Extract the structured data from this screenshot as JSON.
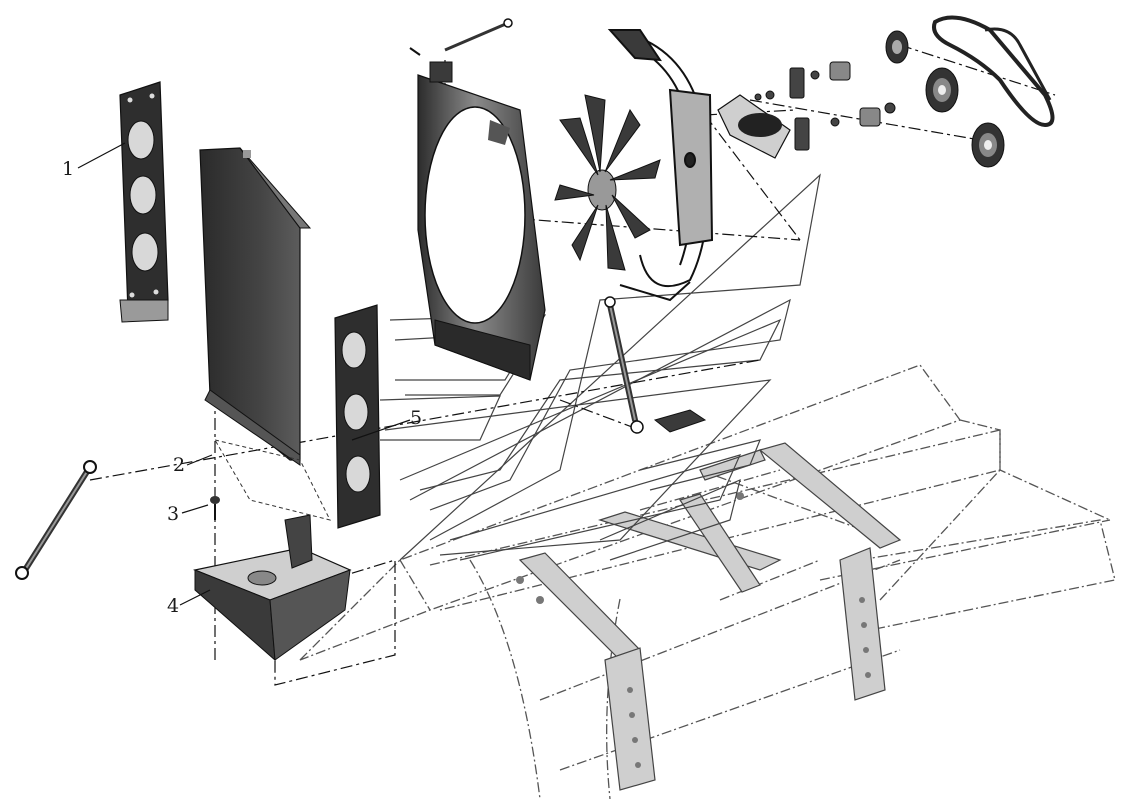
{
  "callouts": {
    "c1": "1",
    "c2": "2",
    "c3": "3",
    "c4": "4",
    "c5": "5"
  },
  "parts": [
    {
      "callout": "1",
      "name": "left-side-bracket"
    },
    {
      "callout": "2",
      "name": "radiator-core"
    },
    {
      "callout": "3",
      "name": "mounting-bolt"
    },
    {
      "callout": "4",
      "name": "bottom-support-seat"
    },
    {
      "callout": "5",
      "name": "right-side-bracket"
    }
  ],
  "colors": {
    "ink": "#1a1a1a",
    "dark_fill": "#3a3a3a",
    "mid_fill": "#6e6e6e",
    "light_fill": "#b8b8b8",
    "frame_line": "#555555"
  }
}
